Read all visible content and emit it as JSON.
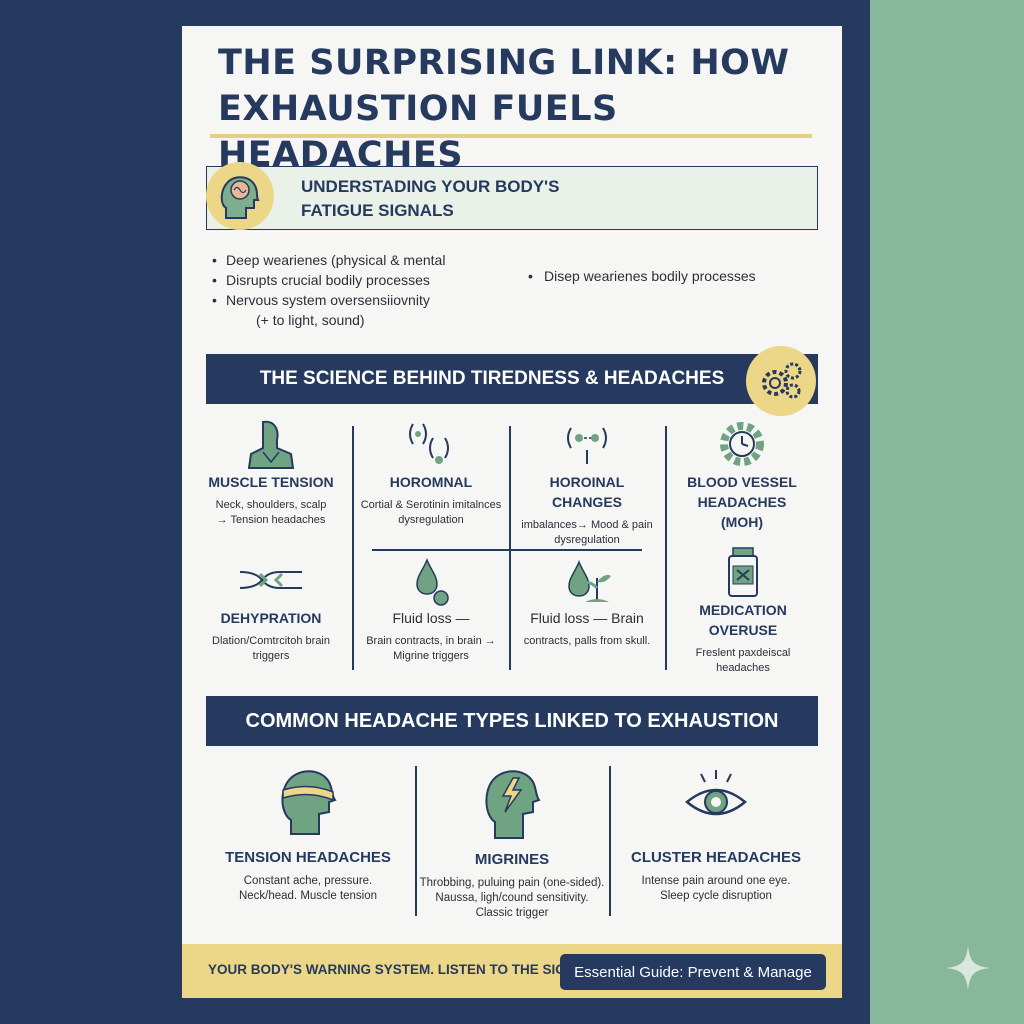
{
  "title": {
    "line1": "THE SURPRISING LINK: HOW",
    "line2": "EXHAUSTION FUELS HEADACHES"
  },
  "understanding": {
    "line1": "UNDERSTADING YOUR BODY'S",
    "line2": "FATIGUE SIGNALS",
    "icon": "brain-head-icon",
    "bullets": [
      "Deep wearienes (physical & mental",
      "Disrupts crucial bodily processes",
      "Nervous system oversensiiovnity"
    ],
    "bullet_cont": "(+ to light, sound)",
    "side_bullet": "Disep wearienes bodily processes"
  },
  "science": {
    "heading": "THE SCIENCE BEHIND TIREDNESS & HEADACHES",
    "icon": "gears-icon",
    "cells": [
      {
        "title": "MUSCLE TENSION",
        "desc1": "Neck, shoulders, scalp",
        "desc2": "→ Tension headaches",
        "icon": "neck-muscle-icon"
      },
      {
        "title": "HOROMNAL",
        "desc1": "Cortial & Serotinin imitalnces",
        "desc2": "dysregulation",
        "icon": "hormone-waves-icon"
      },
      {
        "title": "HOROINAL CHANGES",
        "desc1": "imbalances→ Mood & pain",
        "desc2": "dysregulation",
        "icon": "hormone-brackets-icon"
      },
      {
        "title": "BLOOD VESSEL",
        "title2": "HEADACHES",
        "title3": "(MOH)",
        "icon": "gear-clock-icon"
      },
      {
        "title": "DEHYPRATION",
        "desc1": "Dlation/Comtrcitoh brain",
        "desc2": "triggers",
        "icon": "vessel-icon"
      },
      {
        "title": "Fluid loss —",
        "desc1": "Brain contracts, in brain →",
        "desc2": "Migrine triggers",
        "icon": "water-drop-icon"
      },
      {
        "title": "Fluid loss — Brain",
        "desc1": "contracts, palls from skull.",
        "icon": "drop-sprout-icon"
      },
      {
        "title": "MEDICATION OVERUSE",
        "desc1": "Freslent paxdeiscal",
        "desc2": "headaches",
        "icon": "pill-bottle-icon"
      }
    ]
  },
  "common": {
    "heading": "COMMON HEADACHE TYPES LINKED TO EXHAUSTION",
    "types": [
      {
        "title": "TENSION HEADACHES",
        "desc1": "Constant ache, pressure.",
        "desc2": "Neck/head. Muscle tension",
        "icon": "head-band-icon"
      },
      {
        "title": "MIGRINES",
        "desc1": "Throbbing, puluing pain (one-sided).",
        "desc2": "Naussa, ligh/cound sensitivity.",
        "desc3": "Classic trigger",
        "icon": "lightning-head-icon"
      },
      {
        "title": "CLUSTER HEADACHES",
        "desc1": "Intense pain around one eye.",
        "desc2": "Sleep cycle disruption",
        "icon": "eye-icon"
      }
    ]
  },
  "footer": {
    "text": "YOUR BODY'S WARNING SYSTEM. LISTEN TO THE SIGNS",
    "button": "Essential Guide: Prevent & Manage"
  },
  "colors": {
    "navy": "#253a5e",
    "green": "#88b89a",
    "gold": "#ecd688",
    "icon_green": "#6fa382"
  }
}
